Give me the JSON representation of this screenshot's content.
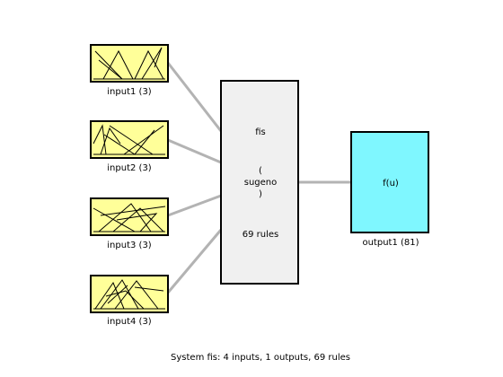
{
  "system": {
    "name": "fis",
    "type_open": "(",
    "type": "sugeno",
    "type_close": ")",
    "rules": "69 rules"
  },
  "inputs": [
    {
      "label": "input1 (3)"
    },
    {
      "label": "input2 (3)"
    },
    {
      "label": "input3 (3)"
    },
    {
      "label": "input4 (3)"
    }
  ],
  "output": {
    "function": "f(u)",
    "label": "output1 (81)"
  },
  "summary": "System fis: 4 inputs, 1 outputs, 69 rules",
  "colors": {
    "input_fill": "#ffff99",
    "output_fill": "#7ff7ff",
    "system_fill": "#f0f0f0",
    "connector": "#b3b3b3"
  }
}
